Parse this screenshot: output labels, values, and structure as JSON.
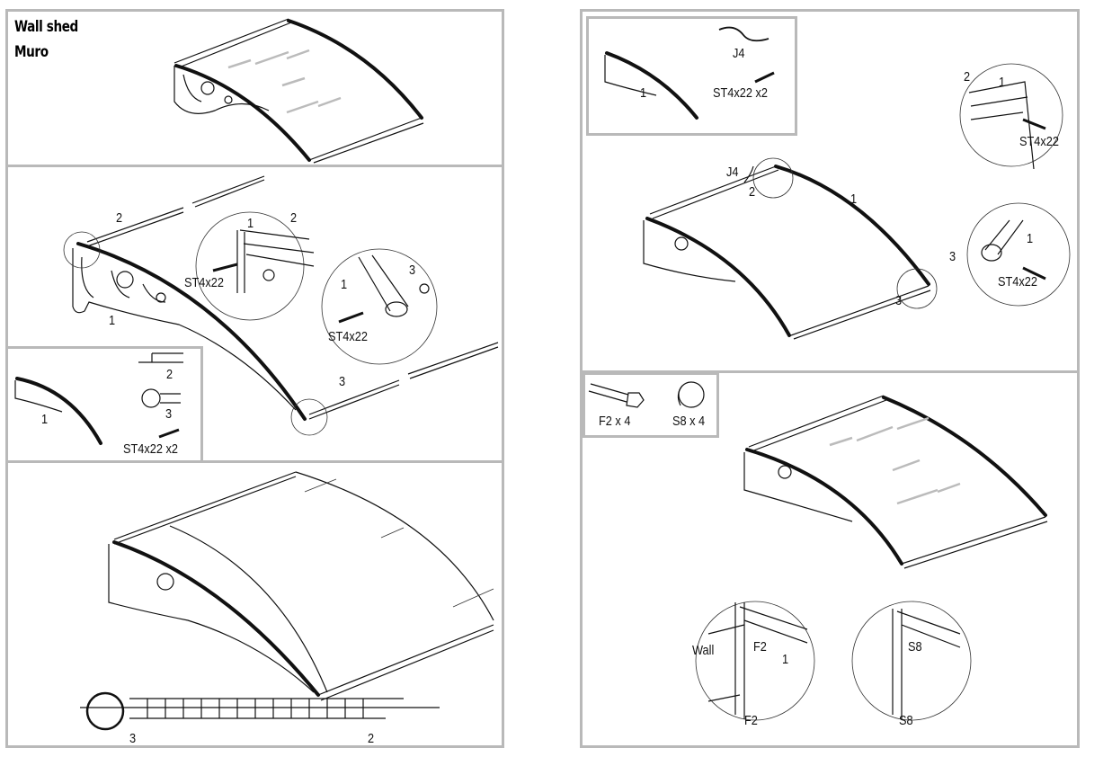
{
  "title": {
    "line1": "Wall shed",
    "line2": "Muro"
  },
  "step2": {
    "rail_top": "2",
    "bracket": "1",
    "rail_front": "3",
    "detail_top": {
      "bracket": "1",
      "rail": "2",
      "screw": "ST4x22"
    },
    "detail_front": {
      "bracket": "1",
      "rail": "3",
      "screw": "ST4x22"
    }
  },
  "parts1": {
    "bracket": "1",
    "rail_top": "2",
    "rail_front": "3",
    "screw": "ST4x22  x2"
  },
  "section": {
    "left": "3",
    "right": "2"
  },
  "parts2": {
    "seal": "J4",
    "bracket": "1",
    "screw": "ST4x22  x2"
  },
  "step4": {
    "seal": "J4",
    "rail_top": "2",
    "bracket": "1",
    "rail_front": "3",
    "detail_top": {
      "rail": "2",
      "bracket": "1",
      "screw": "ST4x22"
    },
    "detail_front": {
      "rail": "3",
      "bracket": "1",
      "screw": "ST4x22"
    }
  },
  "parts3": {
    "anchor": "F2 x 4",
    "cap": "S8 x 4"
  },
  "step5": {
    "wall": "Wall",
    "anchor_top": "F2",
    "bracket": "1",
    "anchor_bottom": "F2",
    "cap_top": "S8",
    "cap_bottom": "S8"
  }
}
